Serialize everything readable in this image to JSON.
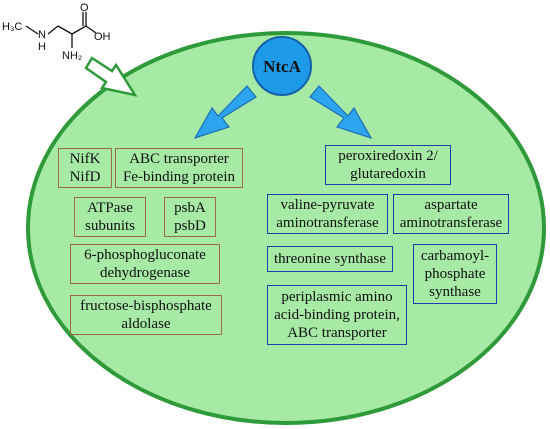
{
  "diagram": {
    "regulator": "NtcA",
    "molecule": {
      "label_h3c": "H₃C",
      "label_nh": "N",
      "label_h": "H",
      "label_oh": "OH",
      "label_o": "O",
      "label_nh2": "NH₂"
    },
    "colors": {
      "cell_fill": "#a6eaa6",
      "cell_border": "#2e9a3a",
      "ntca_fill": "#1e9be8",
      "arrow_fill": "#2ea4ee",
      "left_box_border": "#9b6b3e",
      "right_box_border": "#1a3fa8"
    },
    "left_boxes": [
      {
        "lines": [
          "NifK",
          "NifD"
        ]
      },
      {
        "lines": [
          "ABC transporter",
          "Fe-binding protein"
        ]
      },
      {
        "lines": [
          "ATPase",
          "subunits"
        ]
      },
      {
        "lines": [
          "psbA",
          "psbD"
        ]
      },
      {
        "lines": [
          "6-phosphogluconate",
          "dehydrogenase"
        ]
      },
      {
        "lines": [
          "fructose-bisphosphate",
          "aldolase"
        ]
      }
    ],
    "right_boxes": [
      {
        "lines": [
          "peroxiredoxin 2/",
          "glutaredoxin"
        ]
      },
      {
        "lines": [
          "valine-pyruvate",
          "aminotransferase"
        ]
      },
      {
        "lines": [
          "aspartate",
          "aminotransferase"
        ]
      },
      {
        "lines": [
          "threonine synthase"
        ]
      },
      {
        "lines": [
          "carbamoyl-",
          "phosphate",
          "synthase"
        ]
      },
      {
        "lines": [
          "periplasmic amino",
          "acid-binding protein,",
          "ABC transporter"
        ]
      }
    ]
  }
}
